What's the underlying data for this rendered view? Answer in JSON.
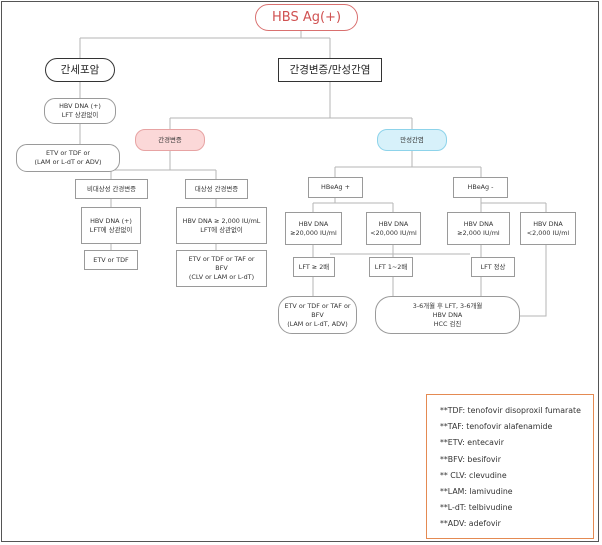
{
  "root": "HBS Ag(+)",
  "level1": {
    "left": "간세포암",
    "right": "간경변증/만성간염"
  },
  "hcc": {
    "hbv_dna": "HBV DNA (+)\nLFT 상관없이",
    "treatment": "ETV or TDF or\n(LAM or L-dT or ADV)"
  },
  "cirrhosis": {
    "label": "간경변증",
    "decompensated": {
      "label": "비대상성 간경변증",
      "condition": "HBV DNA (+)\nLFT에 상관없이",
      "treatment": "ETV or TDF"
    },
    "compensated": {
      "label": "대상성 간경변증",
      "condition": "HBV DNA ≥ 2,000 IU/mL\nLFT에 상관없이",
      "treatment": "ETV or TDF or TAF or\nBFV\n(CLV or LAM or L-dT)"
    }
  },
  "chronic": {
    "label": "만성간염",
    "hbeag_pos": {
      "label": "HBeAg +",
      "high": "HBV DNA\n≥20,000 IU/ml",
      "low": "HBV DNA\n<20,000 IU/ml",
      "lft_high": "LFT ≥ 2배",
      "lft_mid": "LFT 1~2배"
    },
    "hbeag_neg": {
      "label": "HBeAg -",
      "high": "HBV DNA\n≥2,000 IU/ml",
      "low": "HBV DNA\n<2,000 IU/ml",
      "lft_normal": "LFT 정상"
    },
    "treatment": "ETV or TDF or TAF or\nBFV\n(LAM or L-dT, ADV)",
    "monitoring": "3-6개월 후 LFT, 3-6개월\nHBV DNA\nHCC 검진"
  },
  "legend": [
    "**TDF: tenofovir disoproxil fumarate",
    "**TAF: tenofovir alafenamide",
    "**ETV: entecavir",
    "**BFV: besifovir",
    "** CLV: clevudine",
    "**LAM: lamivudine",
    "**L-dT: telbivudine",
    "**ADV: adefovir"
  ],
  "colors": {
    "root_border": "#d9706f",
    "cirrhosis_fill": "#fbd8d8",
    "chronic_fill": "#d7f1fa",
    "legend_border": "#e48a52"
  }
}
